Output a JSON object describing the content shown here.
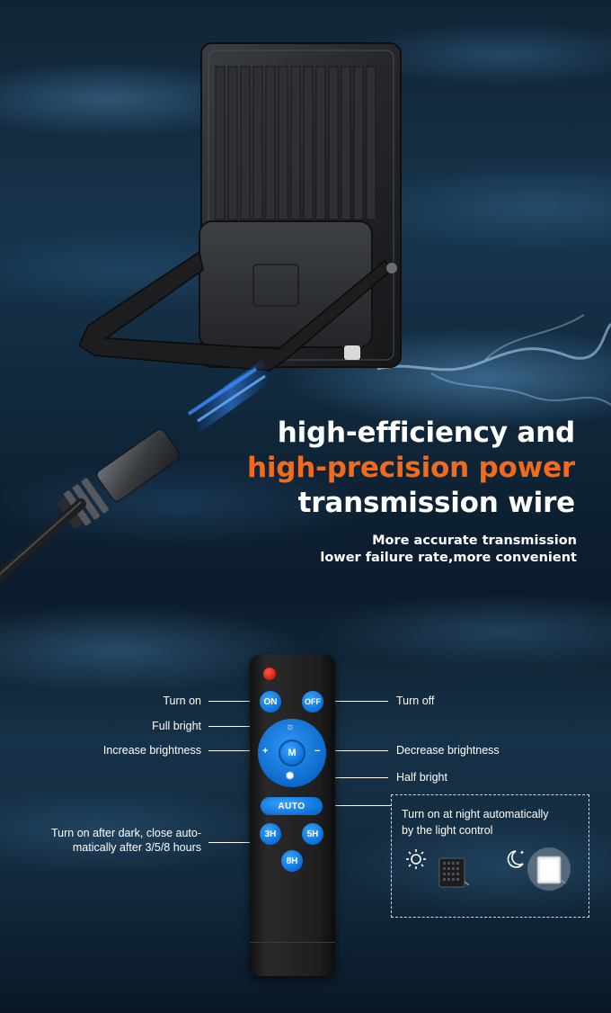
{
  "section1": {
    "headline": {
      "line1": "high-efficiency and",
      "line2": "high-precision power",
      "line3": "transmission wire"
    },
    "subline": {
      "line1": "More accurate transmission",
      "line2": "lower failure rate,more convenient"
    }
  },
  "section2": {
    "remote": {
      "on": "ON",
      "off": "OFF",
      "mode": "M",
      "plus": "+",
      "minus": "−",
      "auto": "AUTO",
      "h3": "3H",
      "h5": "5H",
      "h8": "8H"
    },
    "labels": {
      "turn_on": "Turn on",
      "turn_off": "Turn off",
      "full_bright": "Full bright",
      "increase": "Increase brightness",
      "decrease": "Decrease brightness",
      "half_bright": "Half bright",
      "timer_line1": "Turn on after dark, close auto-",
      "timer_line2": "matically after 3/5/8 hours"
    },
    "auto_box": {
      "line1": "Turn on at night automatically",
      "line2": "by the light control"
    }
  },
  "colors": {
    "accent_orange": "#f26a1b",
    "button_blue": "#0a6fd6",
    "power_red": "#d21c10"
  }
}
